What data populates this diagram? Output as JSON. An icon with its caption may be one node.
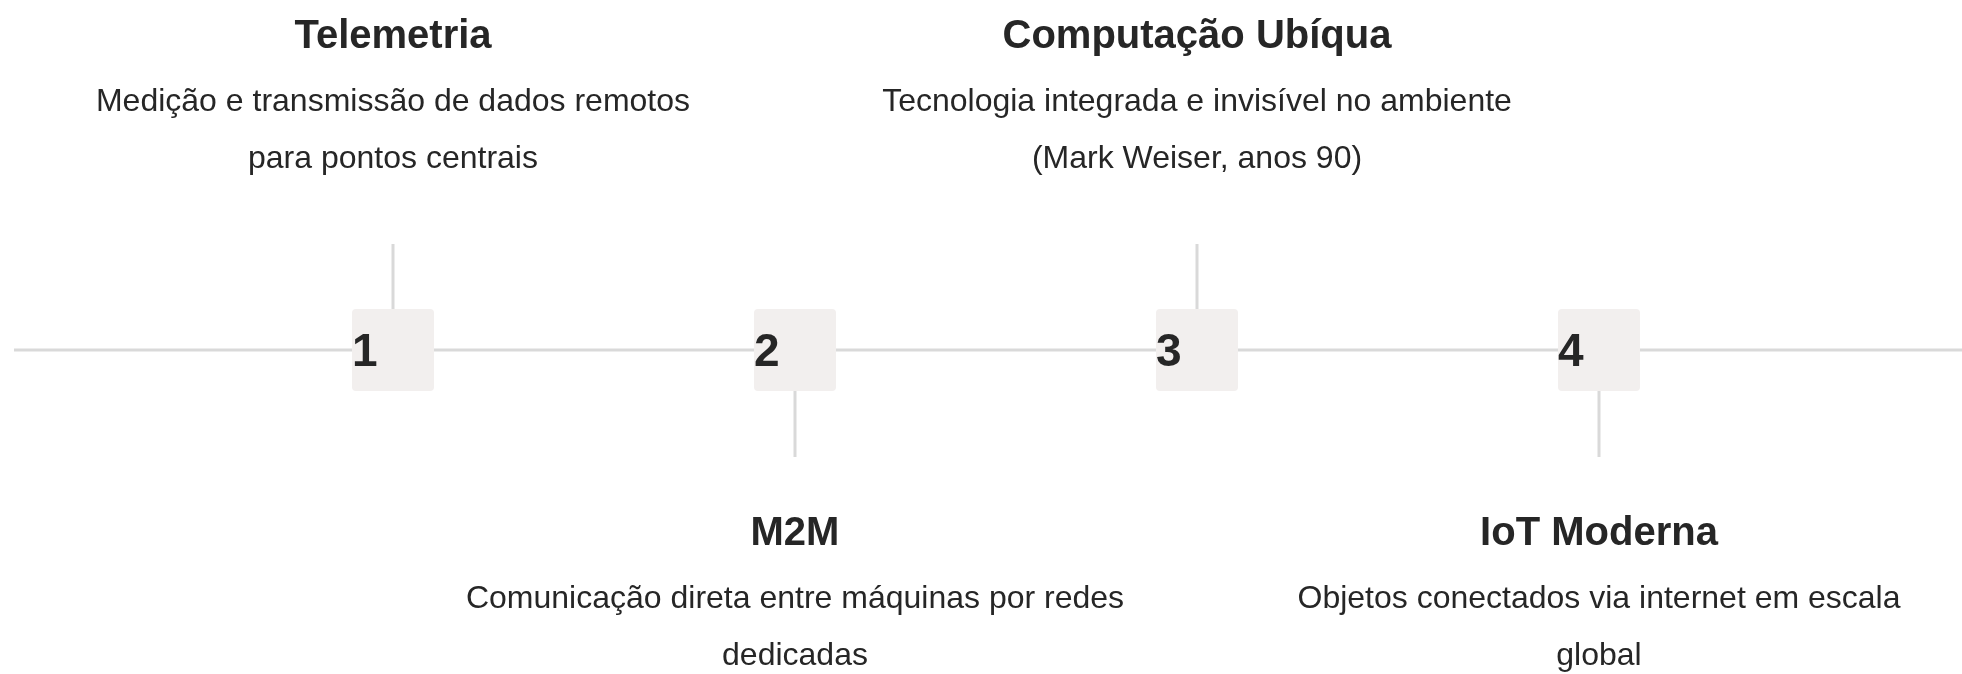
{
  "diagram": {
    "nodes": [
      {
        "text": [
          "Telemetria",
          "Medição e transmissão de dados remotos para pontos centrais"
        ]
      },
      {
        "text": [
          "Computação Ubíqua",
          "Tecnologia integrada e invisível no ambiente (Mark Weiser, anos 90)"
        ]
      },
      {
        "text": [
          "1"
        ]
      },
      {
        "text": [
          "2"
        ]
      },
      {
        "text": [
          "3"
        ]
      },
      {
        "text": [
          "4"
        ]
      },
      {
        "text": [
          "M2M",
          "Comunicação direta entre máquinas por redes dedicadas"
        ]
      },
      {
        "text": [
          "IoT Moderna",
          "Objetos conectados via internet em escala global"
        ]
      }
    ],
    "edges": [
      {
        "from": 0,
        "to": 2,
        "arrow": "none"
      },
      {
        "from": 1,
        "to": 4,
        "arrow": "none"
      },
      {
        "from": 3,
        "to": 6,
        "arrow": "none"
      },
      {
        "from": 5,
        "to": 7,
        "arrow": "none"
      },
      {
        "from": 2,
        "to": 3,
        "arrow": "none"
      },
      {
        "from": 3,
        "to": 4,
        "arrow": "none"
      },
      {
        "from": 4,
        "to": 5,
        "arrow": "none"
      }
    ]
  }
}
